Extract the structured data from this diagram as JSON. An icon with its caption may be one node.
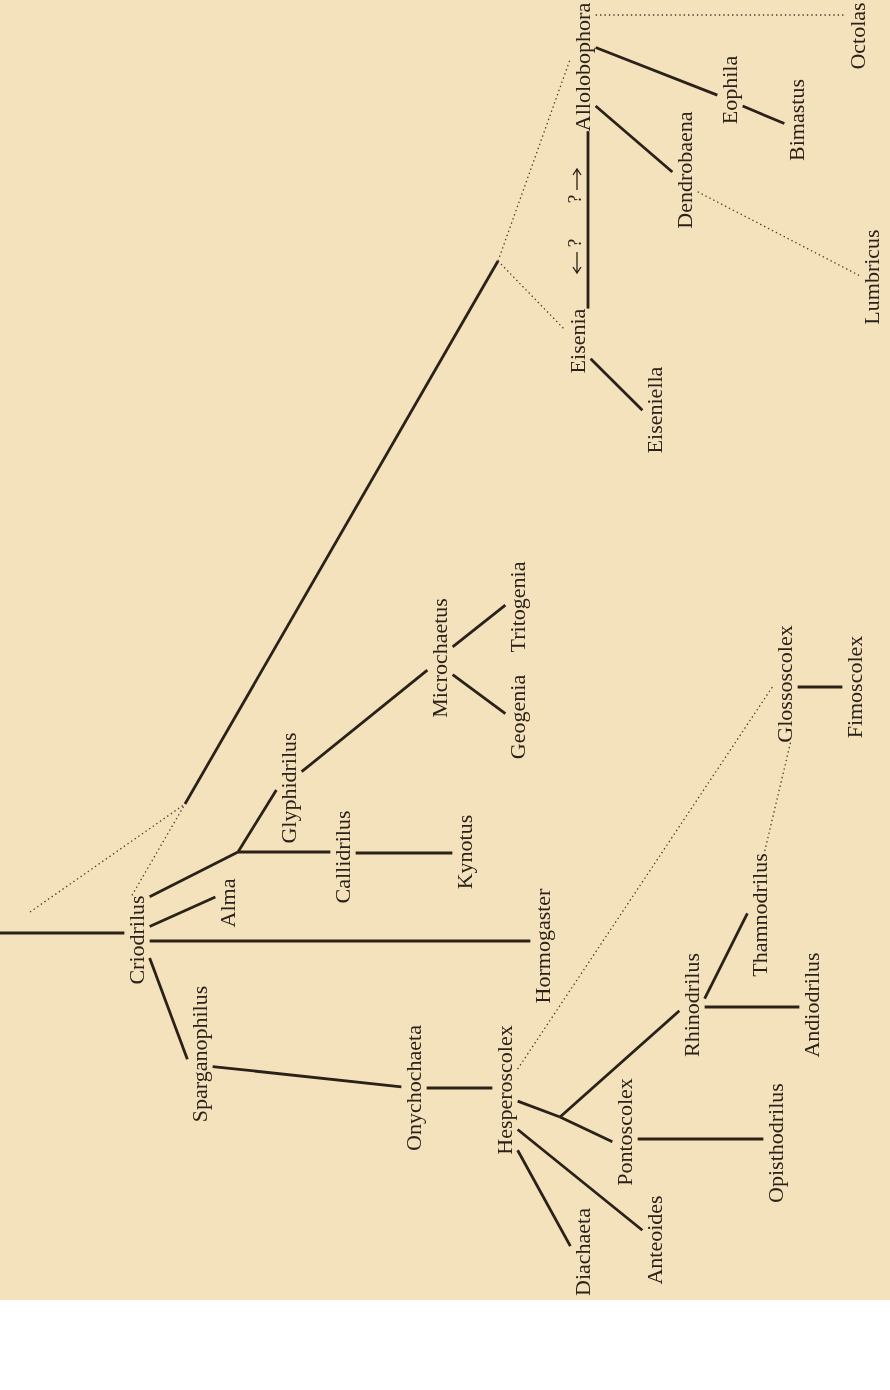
{
  "diagram": {
    "nodes": [
      {
        "text": [
          "Allolobophora"
        ]
      },
      {
        "text": [
          "Octolas"
        ]
      },
      {
        "text": [
          "Eophila"
        ]
      },
      {
        "text": [
          "Bimastus"
        ]
      },
      {
        "text": [
          "Dendrobaena"
        ]
      },
      {
        "text": [
          "Lumbricus"
        ]
      },
      {
        "text": [
          "Eisenia"
        ]
      },
      {
        "text": [
          "Eiseniella"
        ]
      },
      {
        "text": [
          "Tritogenia"
        ]
      },
      {
        "text": [
          "Microchaetus"
        ]
      },
      {
        "text": [
          "Glossoscolex"
        ]
      },
      {
        "text": [
          "Fimoscolex"
        ]
      },
      {
        "text": [
          "Geogenia"
        ]
      },
      {
        "text": [
          "Glyphidrilus"
        ]
      },
      {
        "text": [
          "Callidrilus"
        ]
      },
      {
        "text": [
          "Kynotus"
        ]
      },
      {
        "text": [
          "Alma"
        ]
      },
      {
        "text": [
          "Thamnodrilus"
        ]
      },
      {
        "text": [
          "Criodrilus"
        ]
      },
      {
        "text": [
          "Hormogaster"
        ]
      },
      {
        "text": [
          "Rhinodrilus"
        ]
      },
      {
        "text": [
          "Andiodrilus"
        ]
      },
      {
        "text": [
          "Sparganophilus"
        ]
      },
      {
        "text": [
          "Onychochaeta"
        ]
      },
      {
        "text": [
          "Hesperoscolex"
        ]
      },
      {
        "text": [
          "Pontoscolex"
        ]
      },
      {
        "text": [
          "Opisthodrilus"
        ]
      },
      {
        "text": [
          "Anteoides"
        ]
      },
      {
        "text": [
          "Diachaeta"
        ]
      }
    ],
    "edges": [
      {
        "from": null,
        "to": 18,
        "arrow": "none"
      },
      {
        "from": 18,
        "to": 16,
        "arrow": "none"
      },
      {
        "from": 18,
        "to": 13,
        "arrow": "none"
      },
      {
        "from": 18,
        "to": 14,
        "arrow": "none"
      },
      {
        "from": 14,
        "to": 15,
        "arrow": "none"
      },
      {
        "from": 13,
        "to": 9,
        "arrow": "none"
      },
      {
        "from": 9,
        "to": 12,
        "arrow": "none"
      },
      {
        "from": 9,
        "to": 8,
        "arrow": "none"
      },
      {
        "from": 18,
        "to": 19,
        "arrow": "none"
      },
      {
        "from": 18,
        "to": 22,
        "arrow": "none"
      },
      {
        "from": 22,
        "to": 23,
        "arrow": "none"
      },
      {
        "from": 23,
        "to": 24,
        "arrow": "none"
      },
      {
        "from": 24,
        "to": 28,
        "arrow": "none"
      },
      {
        "from": 24,
        "to": 27,
        "arrow": "none"
      },
      {
        "from": 24,
        "to": 25,
        "arrow": "none"
      },
      {
        "from": 24,
        "to": 20,
        "arrow": "none"
      },
      {
        "from": 25,
        "to": 26,
        "arrow": "none"
      },
      {
        "from": 20,
        "to": 21,
        "arrow": "none"
      },
      {
        "from": 20,
        "to": 17,
        "arrow": "none"
      },
      {
        "from": 24,
        "to": 10,
        "arrow": "none",
        "style": "dashed"
      },
      {
        "from": 10,
        "to": 17,
        "arrow": "none",
        "style": "dashed"
      },
      {
        "from": 10,
        "to": 11,
        "arrow": "none"
      },
      {
        "from": 18,
        "to": 0,
        "arrow": "none"
      },
      {
        "from": 18,
        "to": 6,
        "arrow": "none"
      },
      {
        "from": null,
        "to": 0,
        "arrow": "none"
      },
      {
        "from": null,
        "to": 6,
        "arrow": "none"
      },
      {
        "from": 6,
        "to": 0,
        "arrow": "none"
      },
      {
        "from": 6,
        "to": 7,
        "arrow": "none"
      },
      {
        "from": 0,
        "to": 4,
        "arrow": "none"
      },
      {
        "from": 0,
        "to": 2,
        "arrow": "none"
      },
      {
        "from": 2,
        "to": 3,
        "arrow": "none"
      },
      {
        "from": 4,
        "to": 5,
        "arrow": "none",
        "style": "dashed"
      },
      {
        "from": 0,
        "to": 1,
        "arrow": "none",
        "style": "dashed"
      }
    ],
    "labels": [
      "?",
      "?"
    ]
  }
}
